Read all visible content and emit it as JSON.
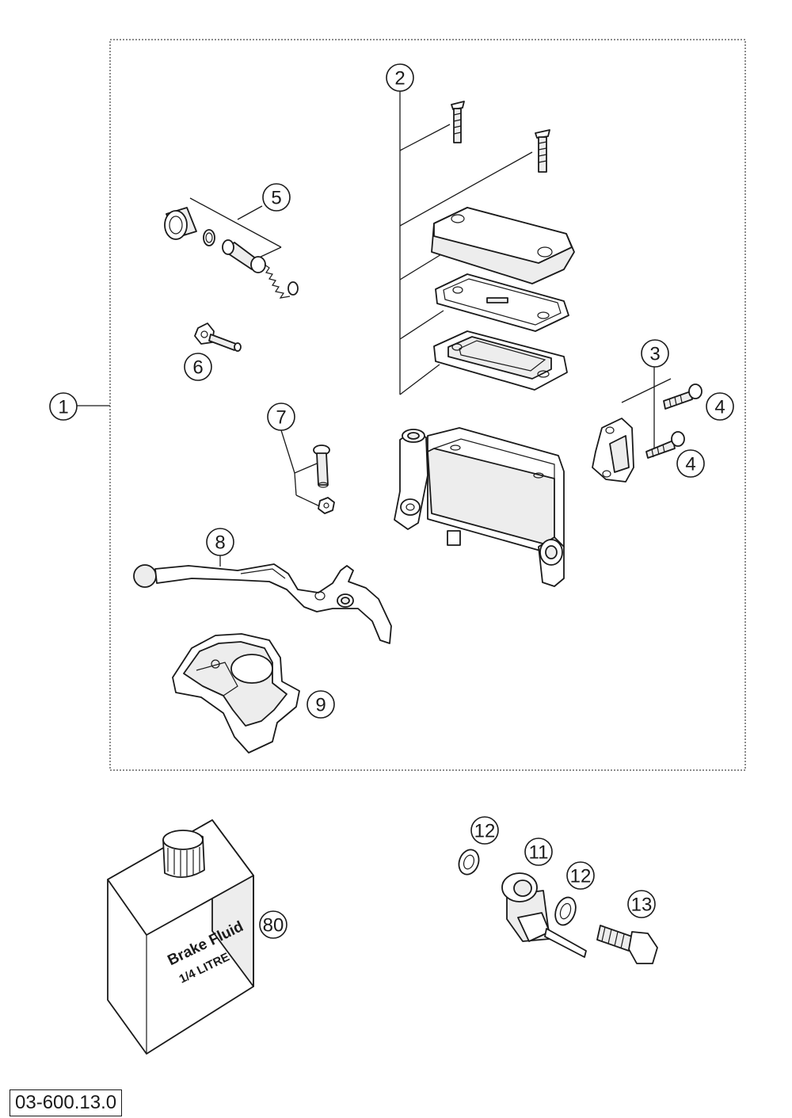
{
  "callouts": [
    {
      "id": "c1",
      "label": "1"
    },
    {
      "id": "c2",
      "label": "2"
    },
    {
      "id": "c3",
      "label": "3"
    },
    {
      "id": "c4a",
      "label": "4"
    },
    {
      "id": "c4b",
      "label": "4"
    },
    {
      "id": "c5",
      "label": "5"
    },
    {
      "id": "c6",
      "label": "6"
    },
    {
      "id": "c7",
      "label": "7"
    },
    {
      "id": "c8",
      "label": "8"
    },
    {
      "id": "c9",
      "label": "9"
    },
    {
      "id": "c11",
      "label": "11"
    },
    {
      "id": "c12a",
      "label": "12"
    },
    {
      "id": "c12b",
      "label": "12"
    },
    {
      "id": "c13",
      "label": "13"
    },
    {
      "id": "c80",
      "label": "80"
    }
  ],
  "bottle": {
    "line1": "Brake Fluid",
    "line2": "1/4 LITRE"
  },
  "drawing_code": "03-600.13.0"
}
